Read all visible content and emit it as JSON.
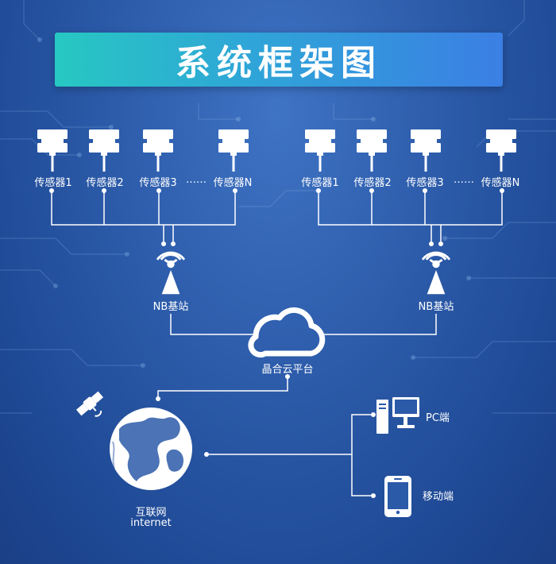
{
  "title": "系统框架图",
  "sensor_groups": [
    {
      "sensors": [
        "传感器1",
        "传感器2",
        "传感器3",
        "传感器N"
      ],
      "ellipsis": "……",
      "station": "NB基站"
    },
    {
      "sensors": [
        "传感器1",
        "传感器2",
        "传感器3",
        "传感器N"
      ],
      "ellipsis": "……",
      "station": "NB基站"
    }
  ],
  "cloud": {
    "label": "晶合云平台"
  },
  "internet": {
    "label_cn": "互联网",
    "label_en": "internet"
  },
  "clients": {
    "pc": "PC端",
    "mobile": "移动端"
  },
  "colors": {
    "line": "#ffffff",
    "banner_start": "#27c8c2",
    "banner_end": "#3b7fe4",
    "background": "#2b5aa8"
  }
}
